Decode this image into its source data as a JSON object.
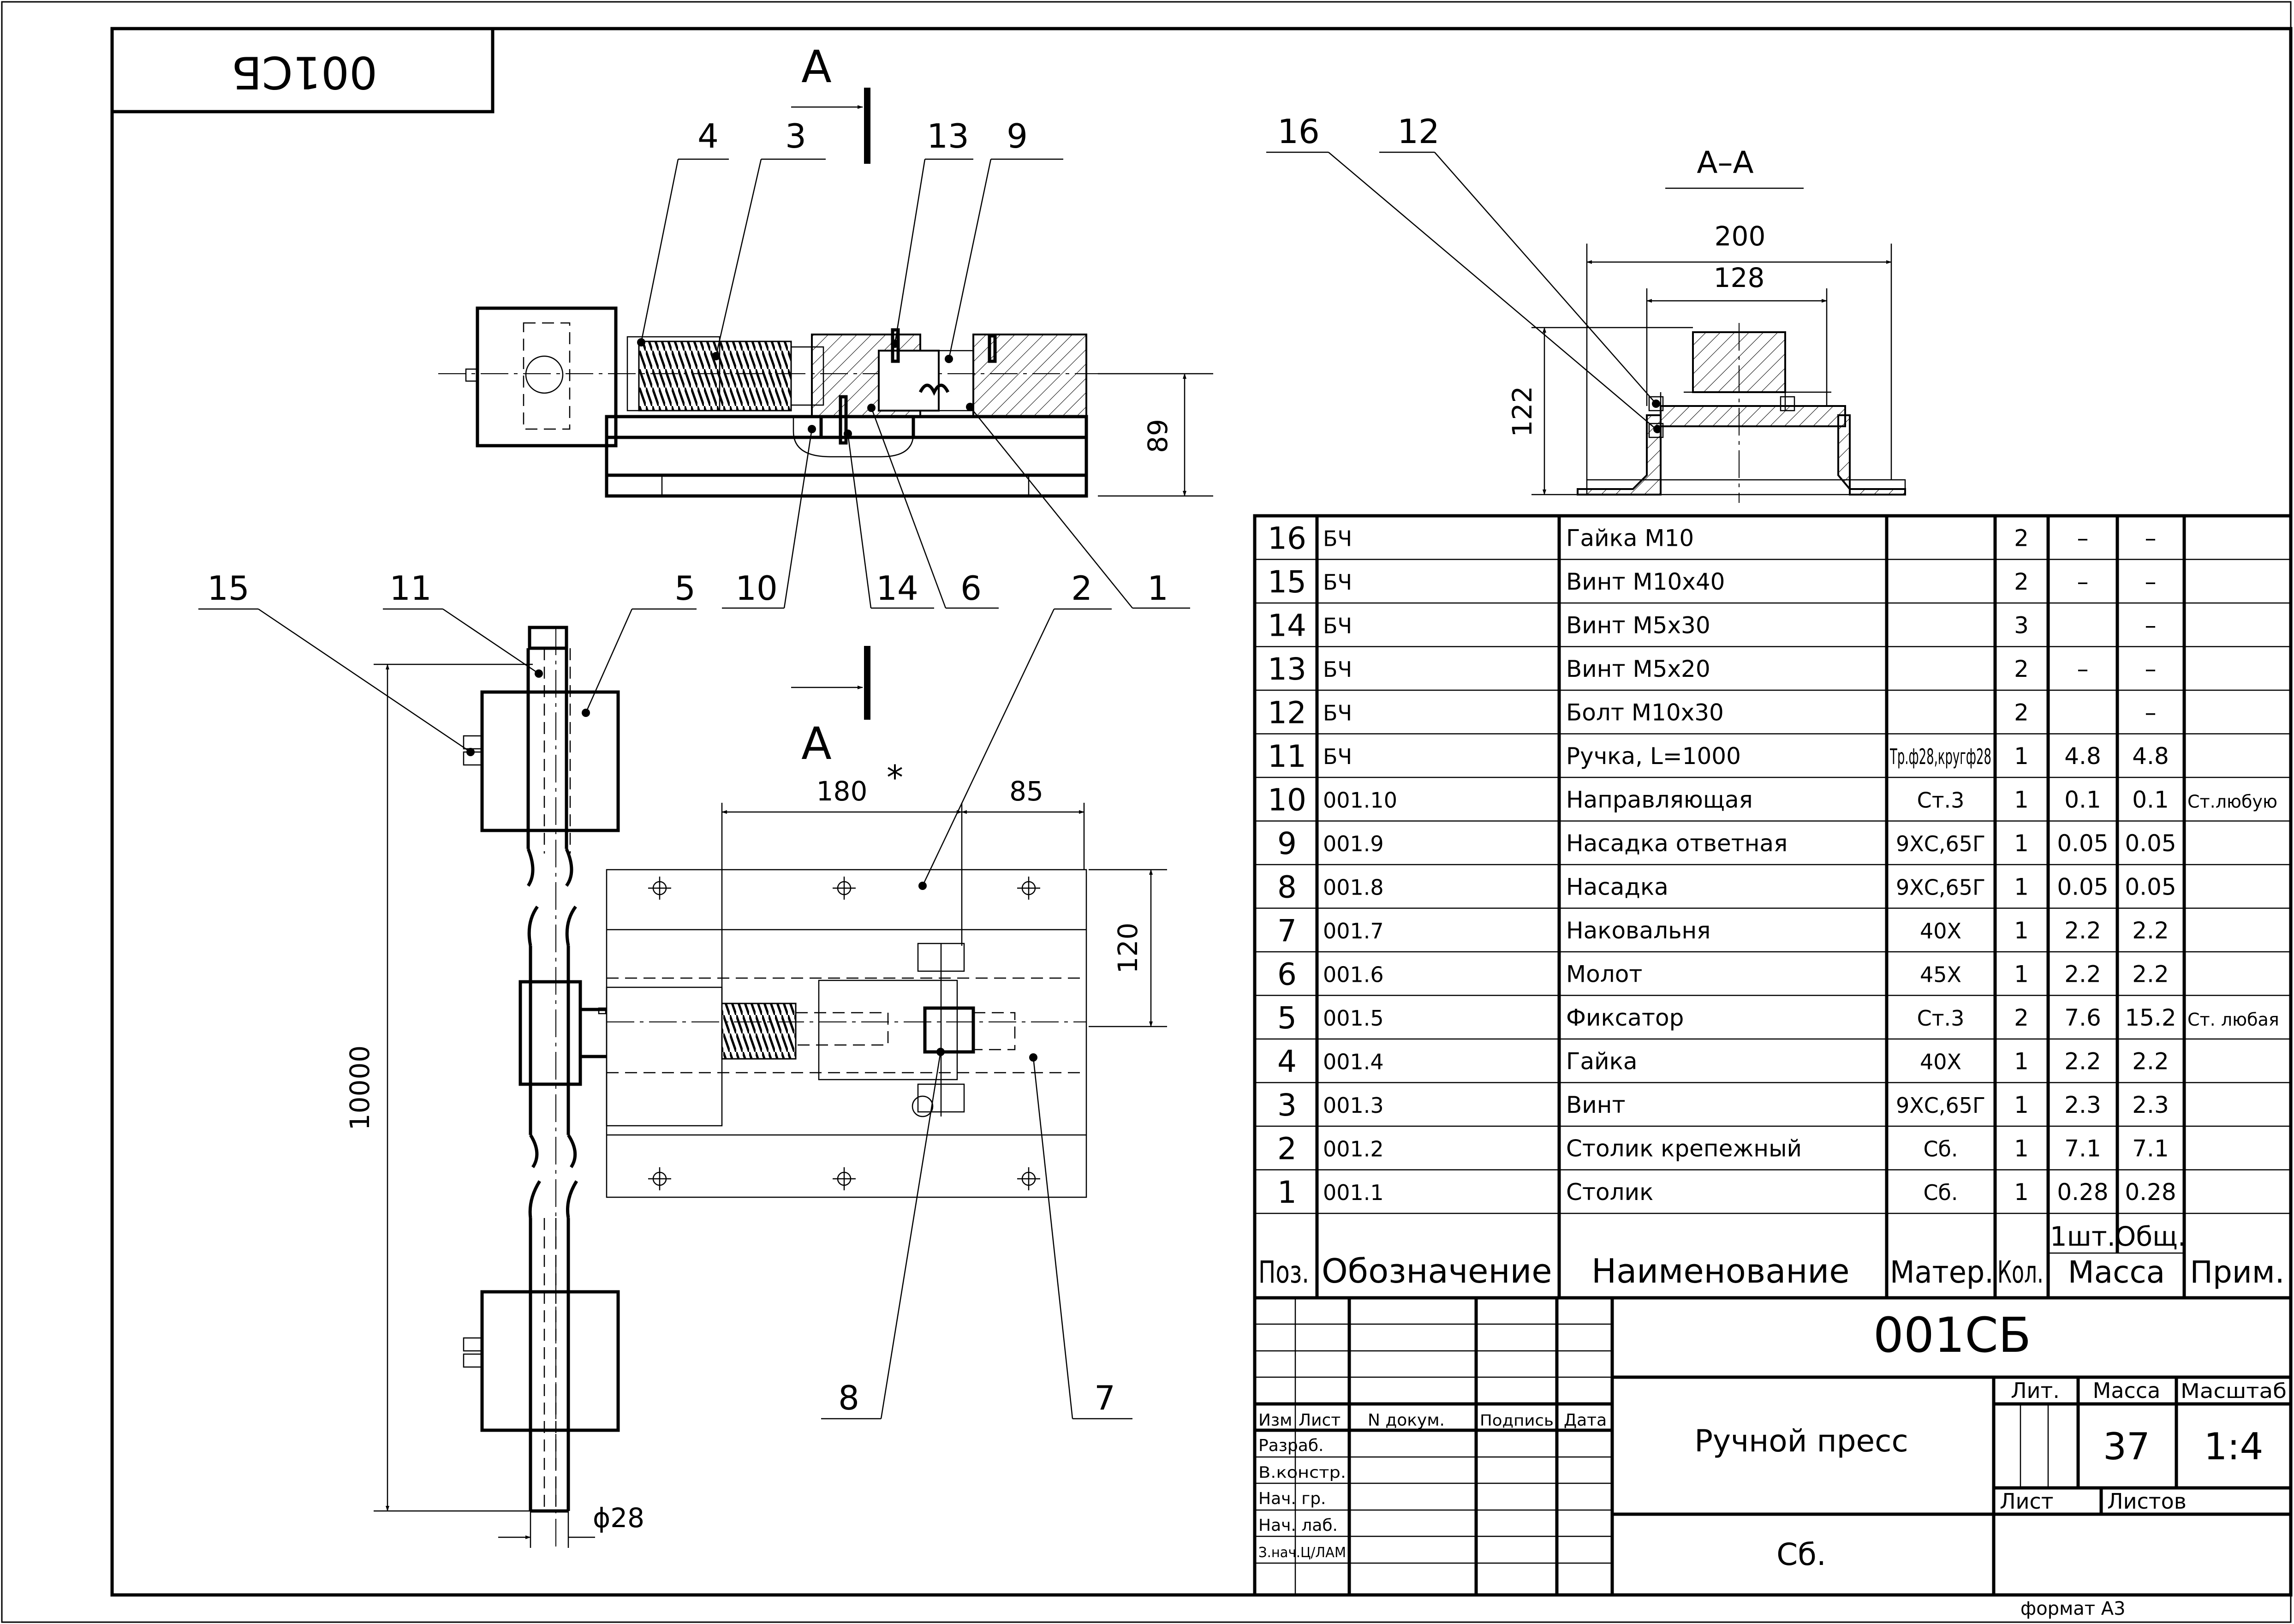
{
  "stamp": {
    "code": "001СБ"
  },
  "views": {
    "section_mark": "A",
    "section_title": "A–A",
    "asterisk": "*"
  },
  "dimensions": {
    "len_180": "180",
    "len_85": "85",
    "len_120": "120",
    "len_89": "89",
    "len_200": "200",
    "len_128": "128",
    "len_122": "122",
    "len_10000": "10000",
    "dia_28": "ϕ28"
  },
  "callouts": [
    "1",
    "2",
    "3",
    "4",
    "5",
    "6",
    "7",
    "8",
    "9",
    "10",
    "11",
    "12",
    "13",
    "14",
    "15",
    "16"
  ],
  "bom": {
    "headers": {
      "pos": "Поз.",
      "designation": "Обозначение",
      "name": "Наименование",
      "material": "Матер.",
      "qty": "Кол.",
      "mass": "Масса",
      "mass_unit": "1шт.",
      "mass_total": "Общ.",
      "note": "Прим."
    },
    "rows": [
      {
        "pos": "16",
        "designation": "БЧ",
        "name": "Гайка М10",
        "material": "",
        "qty": "2",
        "mass_unit": "–",
        "mass_total": "–",
        "note": ""
      },
      {
        "pos": "15",
        "designation": "БЧ",
        "name": "Винт М10х40",
        "material": "",
        "qty": "2",
        "mass_unit": "–",
        "mass_total": "–",
        "note": ""
      },
      {
        "pos": "14",
        "designation": "БЧ",
        "name": "Винт М5х30",
        "material": "",
        "qty": "3",
        "mass_unit": "",
        "mass_total": "–",
        "note": ""
      },
      {
        "pos": "13",
        "designation": "БЧ",
        "name": "Винт М5х20",
        "material": "",
        "qty": "2",
        "mass_unit": "–",
        "mass_total": "–",
        "note": ""
      },
      {
        "pos": "12",
        "designation": "БЧ",
        "name": "Болт М10х30",
        "material": "",
        "qty": "2",
        "mass_unit": "",
        "mass_total": "–",
        "note": ""
      },
      {
        "pos": "11",
        "designation": "БЧ",
        "name": "Ручка, L=1000",
        "material": "Тр.ф28,кругф28",
        "qty": "1",
        "mass_unit": "4.8",
        "mass_total": "4.8",
        "note": ""
      },
      {
        "pos": "10",
        "designation": "001.10",
        "name": "Направляющая",
        "material": "Ст.3",
        "qty": "1",
        "mass_unit": "0.1",
        "mass_total": "0.1",
        "note": "Ст.любую"
      },
      {
        "pos": "9",
        "designation": "001.9",
        "name": "Насадка ответная",
        "material": "9ХС,65Г",
        "qty": "1",
        "mass_unit": "0.05",
        "mass_total": "0.05",
        "note": ""
      },
      {
        "pos": "8",
        "designation": "001.8",
        "name": "Насадка",
        "material": "9ХС,65Г",
        "qty": "1",
        "mass_unit": "0.05",
        "mass_total": "0.05",
        "note": ""
      },
      {
        "pos": "7",
        "designation": "001.7",
        "name": "Наковальня",
        "material": "40Х",
        "qty": "1",
        "mass_unit": "2.2",
        "mass_total": "2.2",
        "note": ""
      },
      {
        "pos": "6",
        "designation": "001.6",
        "name": "Молот",
        "material": "45Х",
        "qty": "1",
        "mass_unit": "2.2",
        "mass_total": "2.2",
        "note": ""
      },
      {
        "pos": "5",
        "designation": "001.5",
        "name": "Фиксатор",
        "material": "Ст.3",
        "qty": "2",
        "mass_unit": "7.6",
        "mass_total": "15.2",
        "note": "Ст. любая"
      },
      {
        "pos": "4",
        "designation": "001.4",
        "name": "Гайка",
        "material": "40Х",
        "qty": "1",
        "mass_unit": "2.2",
        "mass_total": "2.2",
        "note": ""
      },
      {
        "pos": "3",
        "designation": "001.3",
        "name": "Винт",
        "material": "9ХС,65Г",
        "qty": "1",
        "mass_unit": "2.3",
        "mass_total": "2.3",
        "note": ""
      },
      {
        "pos": "2",
        "designation": "001.2",
        "name": "Столик крепежный",
        "material": "Сб.",
        "qty": "1",
        "mass_unit": "7.1",
        "mass_total": "7.1",
        "note": ""
      },
      {
        "pos": "1",
        "designation": "001.1",
        "name": "Столик",
        "material": "Сб.",
        "qty": "1",
        "mass_unit": "0.28",
        "mass_total": "0.28",
        "note": ""
      }
    ]
  },
  "title_block": {
    "code": "001СБ",
    "product": "Ручной пресс",
    "material": "Сб.",
    "lit_label": "Лит.",
    "mass_label": "Масса",
    "scale_label": "Масштаб",
    "mass_value": "37",
    "scale_value": "1:4",
    "sheet_label": "Лист",
    "sheets_label": "Листов",
    "col_izm": "Изм",
    "col_list": "Лист",
    "col_doc": "N докум.",
    "col_sign": "Подпись",
    "col_date": "Дата",
    "roles": [
      "Разраб.",
      "В.констр.",
      "Нач. гр.",
      "Нач. лаб.",
      "З.нач.Ц/ЛАМ"
    ]
  },
  "format": "формат А3"
}
